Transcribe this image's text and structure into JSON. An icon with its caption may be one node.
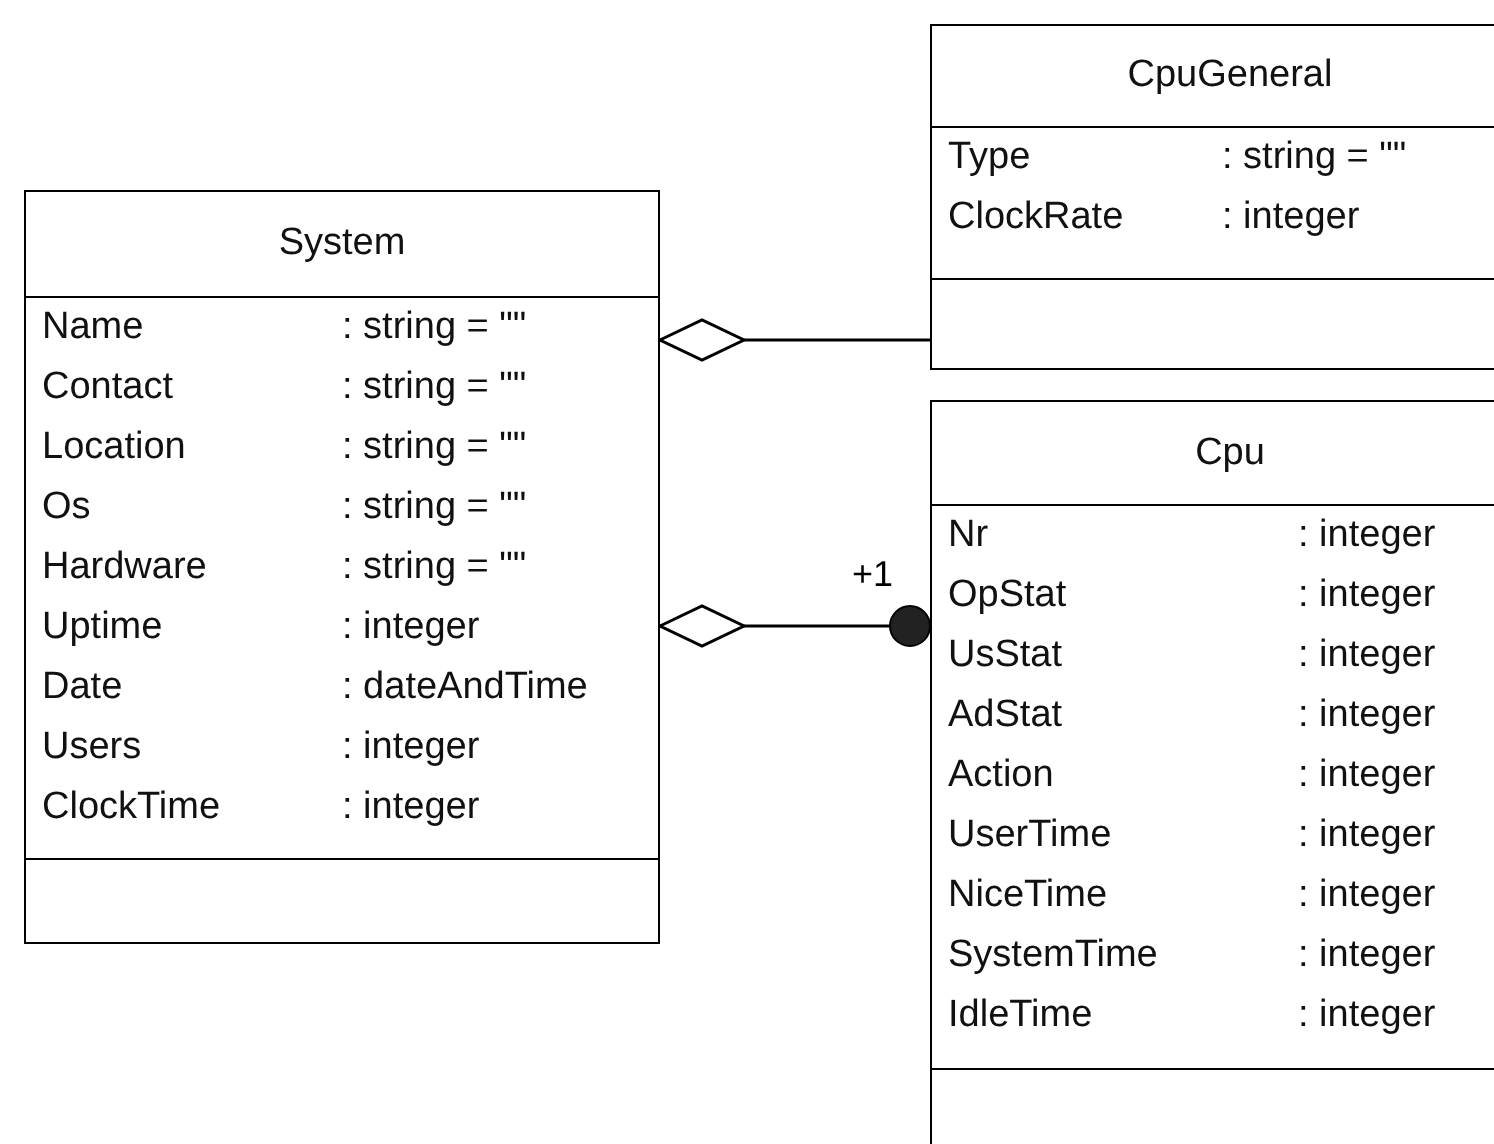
{
  "diagram": {
    "nodes": [
      {
        "text": [
          "System",
          "Name",
          ": string = \"\"",
          "Contact",
          ": string = \"\"",
          "Location",
          ": string = \"\"",
          "Os",
          ": string = \"\"",
          "Hardware",
          ": string = \"\"",
          "Uptime",
          ": integer",
          "Date",
          ": dateAndTime",
          "Users",
          ": integer",
          "ClockTime",
          ": integer"
        ]
      },
      {
        "text": [
          "CpuGeneral",
          "Type",
          ": string = \"\"",
          "ClockRate",
          ": integer"
        ]
      },
      {
        "text": [
          "Cpu",
          "Nr",
          ": integer",
          "OpStat",
          ": integer",
          "UsStat",
          ": integer",
          "AdStat",
          ": integer",
          "Action",
          ": integer",
          "UserTime",
          ": integer",
          "NiceTime",
          ": integer",
          "SystemTime",
          ": integer",
          "IdleTime",
          ": integer"
        ]
      }
    ],
    "edges": [
      {
        "from": 0,
        "to": 1,
        "arrow": "other"
      },
      {
        "from": 0,
        "to": 2,
        "arrow": "other",
        "label": "+1"
      }
    ]
  }
}
